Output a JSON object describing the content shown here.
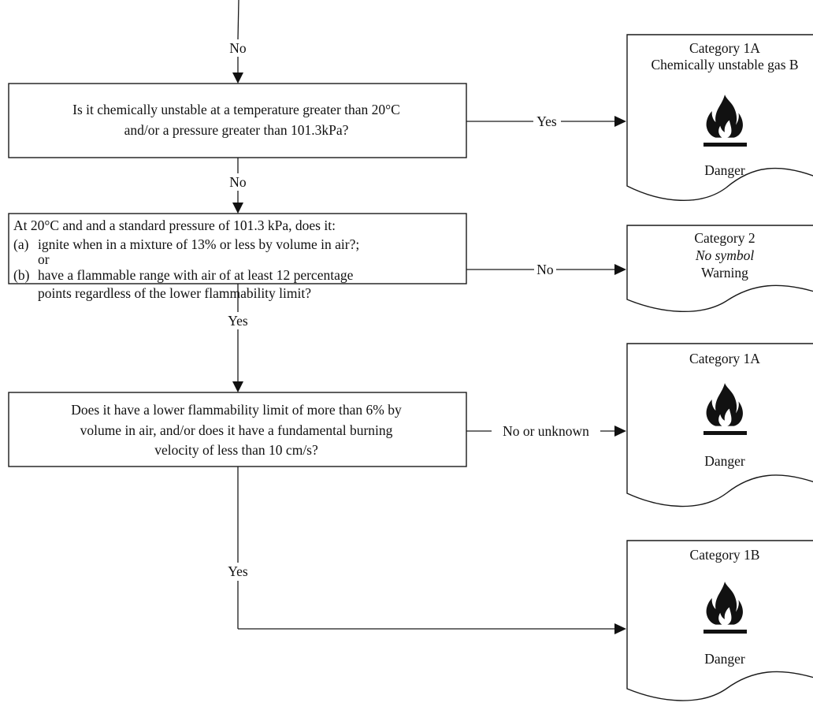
{
  "edge_labels": {
    "top_no": "No",
    "q1_yes": "Yes",
    "q1_no": "No",
    "q2_no": "No",
    "q2_yes": "Yes",
    "q3_no": "No or unknown",
    "q3_yes": "Yes"
  },
  "questions": {
    "q1": {
      "line1": "Is it chemically unstable at a temperature greater than 20°C",
      "line2": "and/or a pressure greater than 101.3kPa?"
    },
    "q2": {
      "intro": "At 20°C and and a standard pressure of 101.3 kPa, does it:",
      "a_marker": "(a)",
      "a_line1": "ignite when in a mixture of 13% or less by volume in air?;",
      "a_line2": "or",
      "b_marker": "(b)",
      "b_line1": "have a flammable range with air of at least 12 percentage",
      "b_line2": "points regardless of the lower flammability limit?"
    },
    "q3": {
      "line1": "Does it have a lower flammability limit of more than 6% by",
      "line2": "volume in air, and/or does it have a fundamental burning",
      "line3": "velocity of less than 10 cm/s?"
    }
  },
  "outcomes": {
    "cat1a_unstable": {
      "category": "Category 1A",
      "subtitle": "Chemically unstable gas B",
      "signal": "Danger",
      "icon": "flame-icon"
    },
    "cat2": {
      "category": "Category 2",
      "symbol_note": "No symbol",
      "signal": "Warning"
    },
    "cat1a": {
      "category": "Category 1A",
      "signal": "Danger",
      "icon": "flame-icon"
    },
    "cat1b": {
      "category": "Category 1B",
      "signal": "Danger",
      "icon": "flame-icon"
    }
  }
}
